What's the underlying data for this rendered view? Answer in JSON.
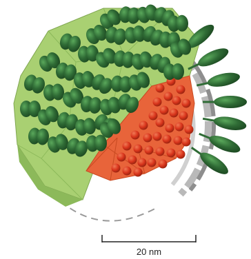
{
  "figure": {
    "type": "cutaway-illustration",
    "scale_bar": {
      "label": "20 nm",
      "length_nm": 20
    },
    "colors": {
      "capsid_shell": "#a9d072",
      "capsid_shell_dark": "#8cb95a",
      "inner_core": "#e8643a",
      "inner_core_dark": "#c84a22",
      "granules": "#d9351c",
      "spike_proteins": "#2f6b35",
      "spike_highlight": "#4f9a52",
      "membrane_bands": "#9a9a9a"
    }
  }
}
